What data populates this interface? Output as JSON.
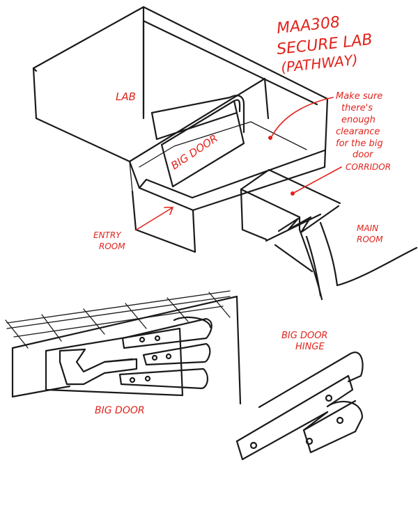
{
  "title": {
    "line1": "MAA308",
    "line2": "SECURE LAB",
    "line3": "(PATHWAY)"
  },
  "labels": {
    "lab": "LAB",
    "big_door_sign": "BIG DOOR",
    "note_line1": "Make sure",
    "note_line2": "there's",
    "note_line3": "enough",
    "note_line4": "clearance",
    "note_line5": "for the big",
    "note_line6": "door",
    "corridor": "CORRIDOR",
    "entry_room_line1": "ENTRY",
    "entry_room_line2": "ROOM",
    "main_room_line1": "MAIN",
    "main_room_line2": "ROOM",
    "big_door_caption": "BIG DOOR",
    "hinge_line1": "BIG DOOR",
    "hinge_line2": "HINGE"
  },
  "colors": {
    "ink": "#1a1a1a",
    "annotation": "#e0231c",
    "paper": "#ffffff"
  }
}
